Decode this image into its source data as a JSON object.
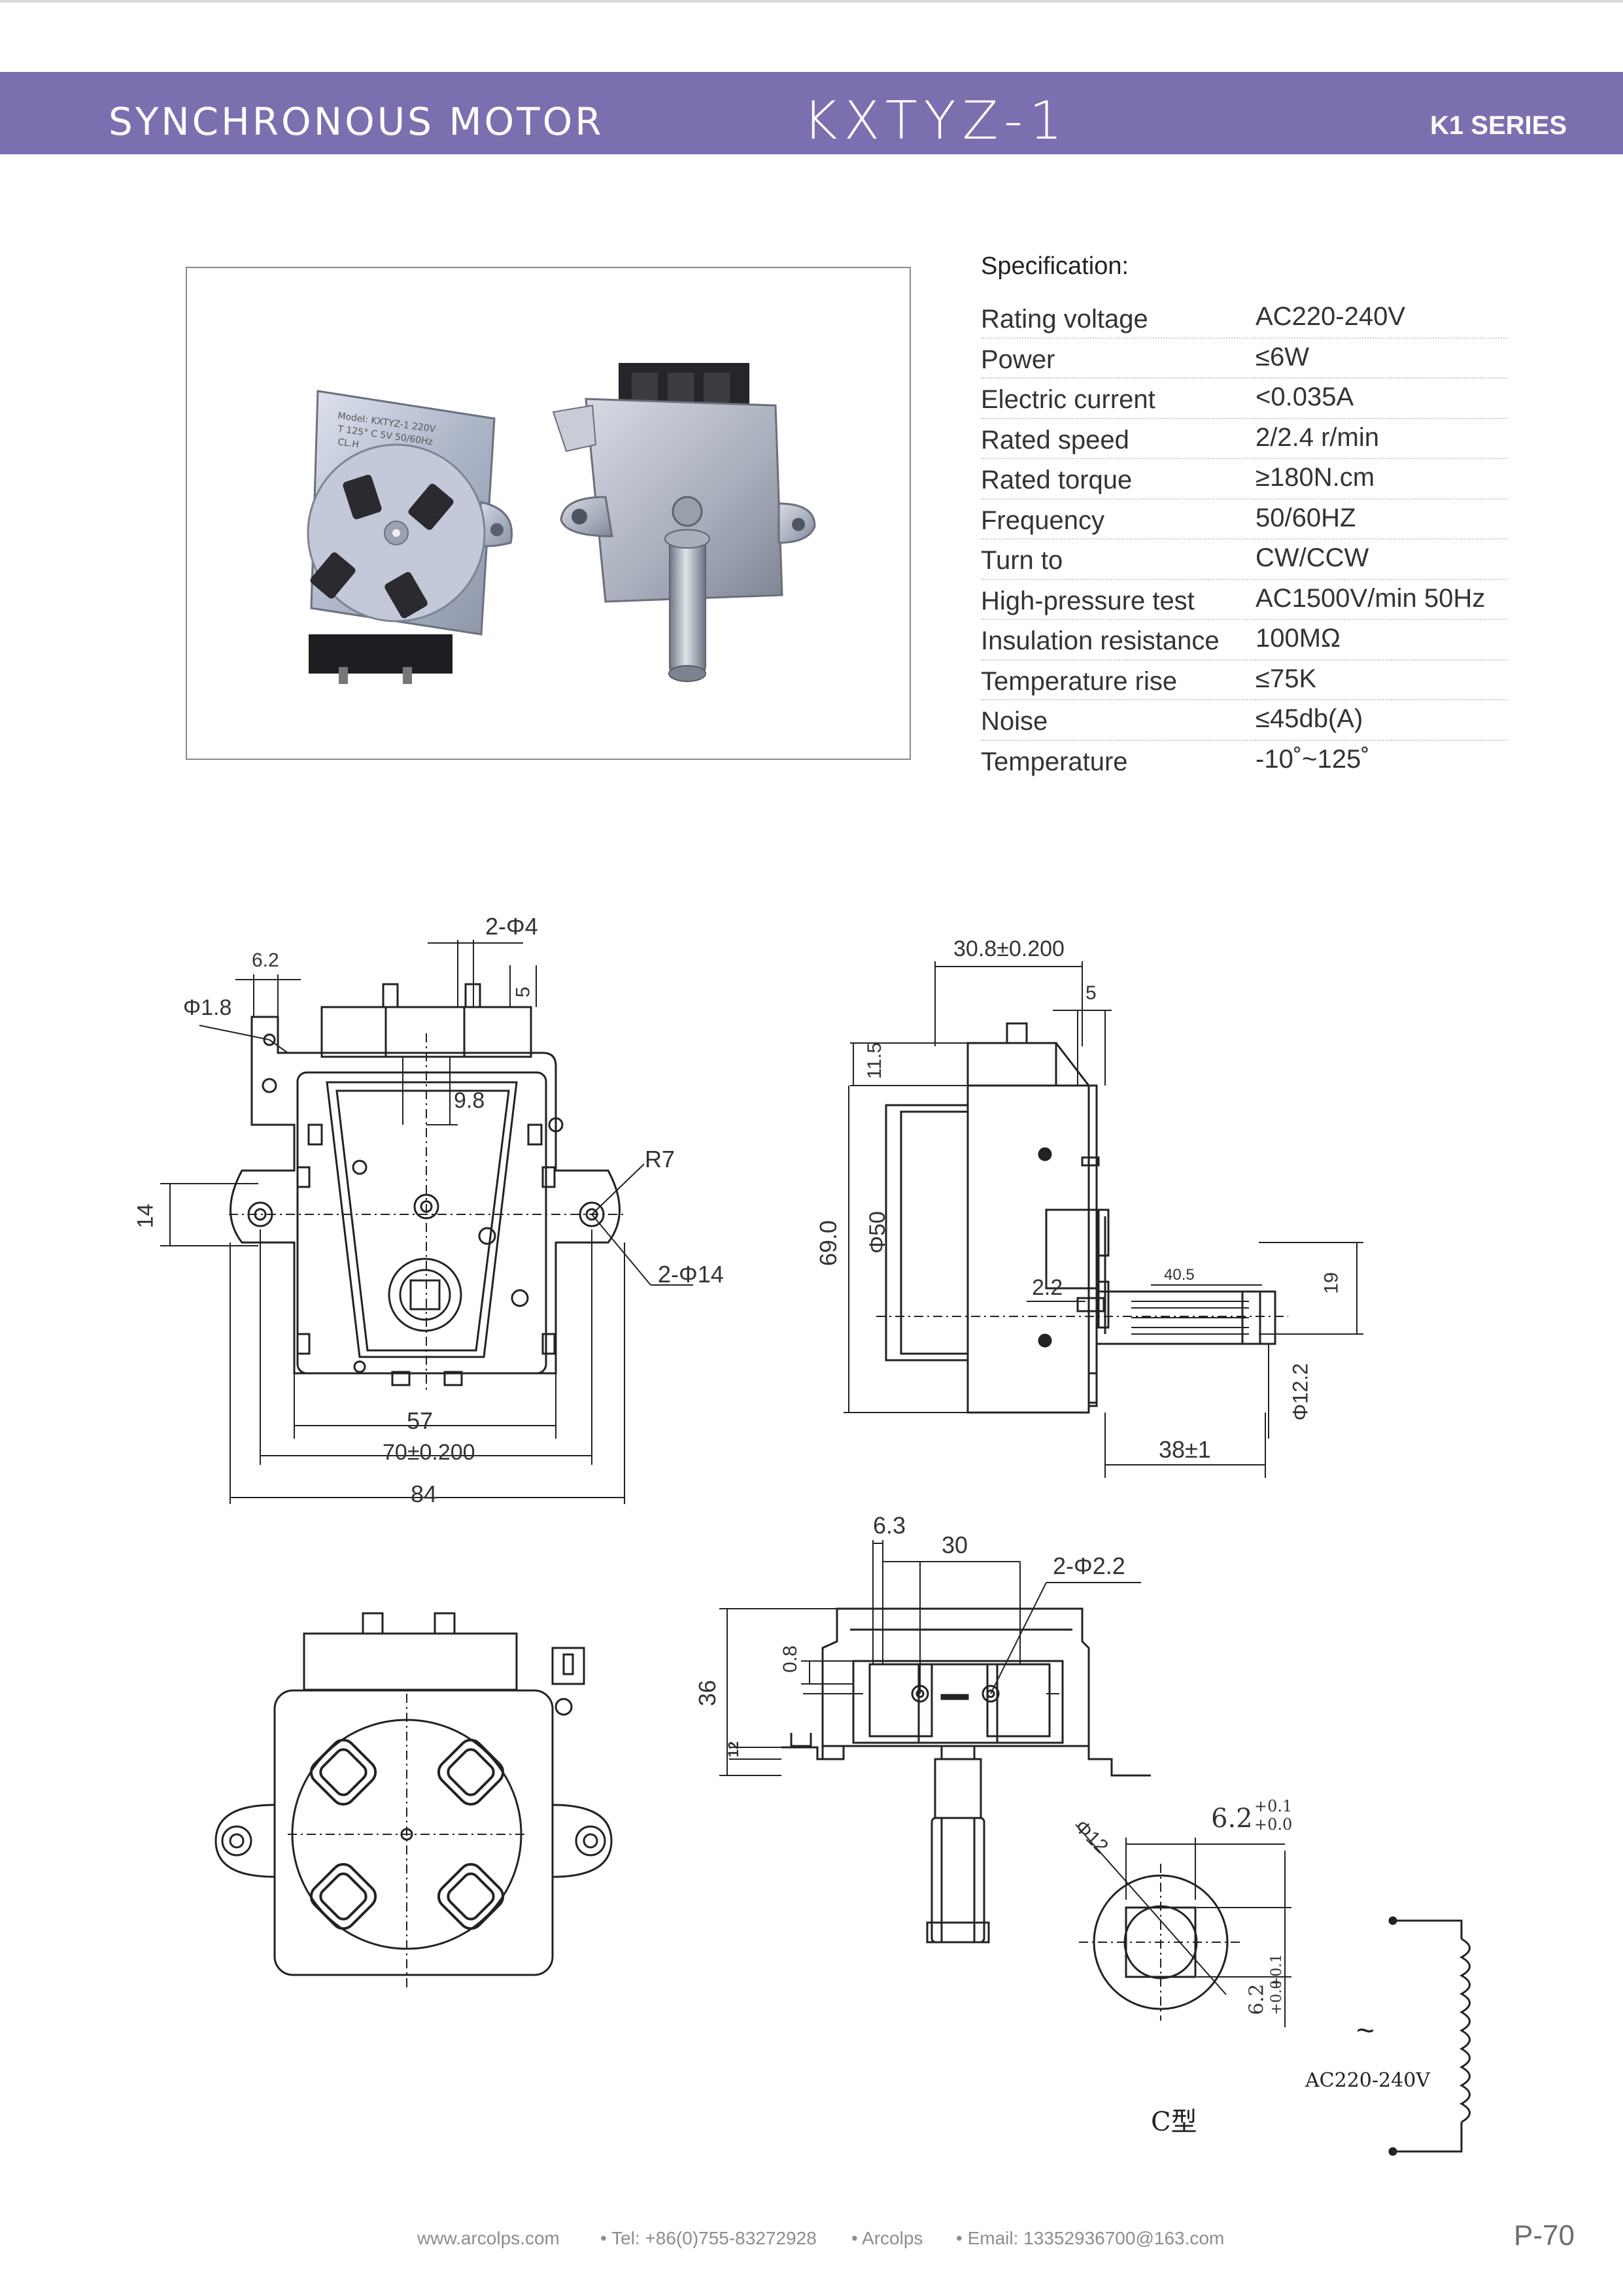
{
  "header": {
    "title_left": "SYNCHRONOUS MOTOR",
    "title_center": "KXTYZ-1",
    "title_right": "K1 SERIES"
  },
  "spec": {
    "title": "Specification:",
    "rows": [
      {
        "label": "Rating voltage",
        "value": "AC220-240V"
      },
      {
        "label": "Power",
        "value": "≤6W"
      },
      {
        "label": "Electric current",
        "value": "<0.035A"
      },
      {
        "label": "Rated speed",
        "value": "2/2.4 r/min"
      },
      {
        "label": "Rated torque",
        "value": "≥180N.cm"
      },
      {
        "label": "Frequency",
        "value": "50/60HZ"
      },
      {
        "label": "Turn to",
        "value": "CW/CCW"
      },
      {
        "label": "High-pressure test",
        "value": "AC1500V/min 50Hz"
      },
      {
        "label": "Insulation resistance",
        "value": "100MΩ"
      },
      {
        "label": "Temperature rise",
        "value": "≤75K"
      },
      {
        "label": "Noise",
        "value": "≤45db(A)"
      },
      {
        "label": "Temperature",
        "value": "-10˚~125˚"
      }
    ]
  },
  "drawing": {
    "front": {
      "d_2phi4": "2-Φ4",
      "d_62": "6.2",
      "d_phi18": "Φ1.8",
      "d_5": "5",
      "d_98": "9.8",
      "d_r7": "R7",
      "d_14": "14",
      "d_2phi14": "2-Φ14",
      "d_57": "57",
      "d_70": "70±0.200",
      "d_84": "84"
    },
    "side": {
      "d_308": "30.8±0.200",
      "d_5": "5",
      "d_115": "11.5",
      "d_690": "69.0",
      "d_phi50": "Φ50",
      "d_22": "2.2",
      "d_405": "40.5",
      "d_19": "19",
      "d_phi122": "Φ12.2",
      "d_38": "38±1"
    },
    "top": {
      "d_63": "6.3",
      "d_30": "30",
      "d_2phi22": "2-Φ2.2",
      "d_08": "0.8",
      "d_36": "36",
      "d_12": "12"
    },
    "shaft": {
      "d_phi12": "Φ12",
      "d_62a": "6.2",
      "tol_plus": "+0.1",
      "tol_zero": "+0.0",
      "type": "C型"
    },
    "circuit": {
      "tilde": "~",
      "voltage": "AC220-240V"
    }
  },
  "footer": {
    "website": "www.arcolps.com",
    "tel": "• Tel: +86(0)755-83272928",
    "brand": "• Arcolps",
    "email": "• Email: 13352936700@163.com",
    "page": "P-70"
  }
}
